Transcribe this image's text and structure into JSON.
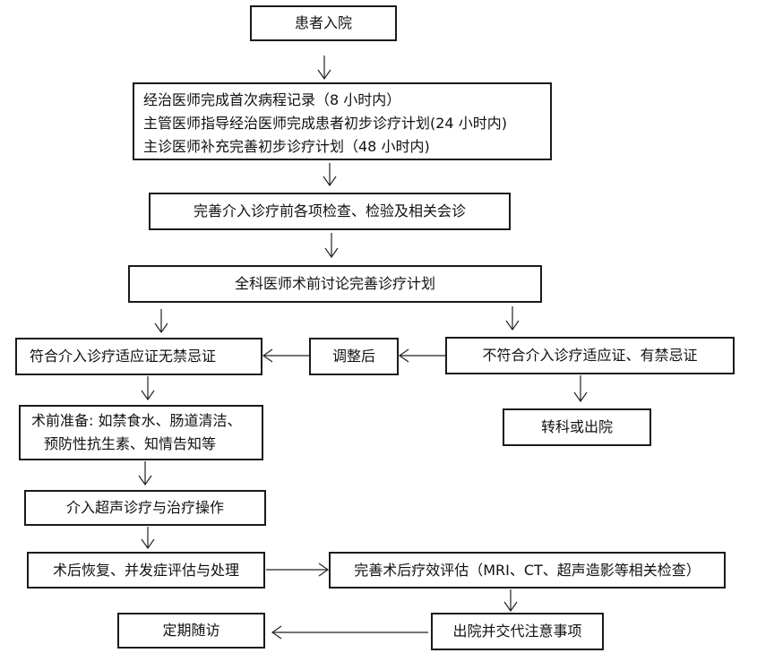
{
  "nodes": {
    "admission": "患者入院",
    "records": [
      "经治医师完成首次病程记录（8 小时内）",
      "主管医师指导经治医师完成患者初步诊疗计划(24 小时内)",
      "主诊医师补充完善初步诊疗计划（48 小时内)"
    ],
    "pre_exam": "完善介入诊疗前各项检查、检验及相关会诊",
    "discussion": "全科医师术前讨论完善诊疗计划",
    "indicated": "符合介入诊疗适应证无禁忌证",
    "adjusted": "调整后",
    "not_indicated": "不符合介入诊疗适应证、有禁忌证",
    "transfer": "转科或出院",
    "prep": [
      "术前准备: 如禁食水、肠道清洁、",
      "预防性抗生素、知情告知等"
    ],
    "procedure": "介入超声诊疗与治疗操作",
    "recovery": "术后恢复、并发症评估与处理",
    "evaluation": "完善术后疗效评估（MRI、CT、超声造影等相关检查）",
    "discharge": "出院并交代注意事项",
    "followup": "定期随访"
  }
}
